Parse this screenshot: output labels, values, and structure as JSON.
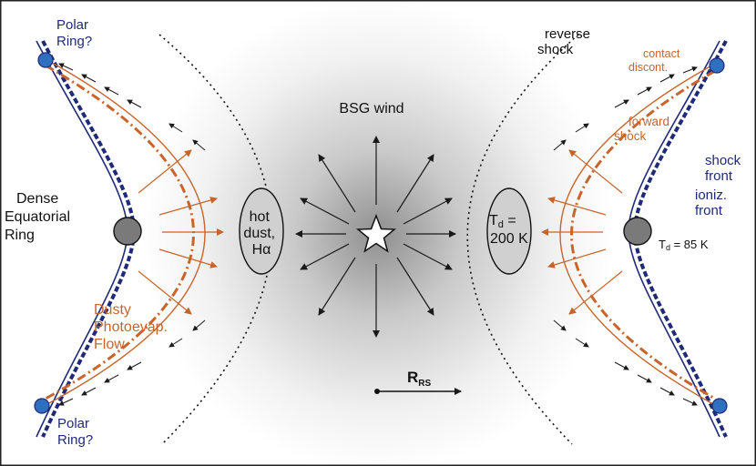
{
  "labels": {
    "polar_ring_top": [
      "Polar",
      "Ring?"
    ],
    "polar_ring_bottom": [
      "Polar",
      "Ring?"
    ],
    "dense_ring": [
      "Dense",
      "Equatorial",
      "Ring"
    ],
    "dusty_flow": [
      "Dusty",
      "Photoevap.",
      "Flow"
    ],
    "hot_dust": [
      "hot",
      "dust,",
      "Hα"
    ],
    "bsg_wind": "BSG wind",
    "reverse_shock": [
      "reverse",
      "shock"
    ],
    "contact_discont": [
      "contact",
      "discont."
    ],
    "forward_shock": [
      "forward",
      "shock"
    ],
    "shock_front": [
      "shock",
      "front"
    ],
    "ioniz_front": [
      "ioniz.",
      "front"
    ],
    "td_200": [
      "T",
      "d",
      " =",
      "200 K"
    ],
    "td_85": [
      "T",
      "d",
      " = 85 K"
    ],
    "r_rs": [
      "R",
      "RS"
    ]
  },
  "colors": {
    "navy": "#1f2a7a",
    "orange": "#c8642a",
    "blob_fill": "#d0d0d0",
    "ring_fill": "#7a7a7a",
    "polar_dot": "#2f6fc0",
    "arrow": "#1a1a1a"
  }
}
